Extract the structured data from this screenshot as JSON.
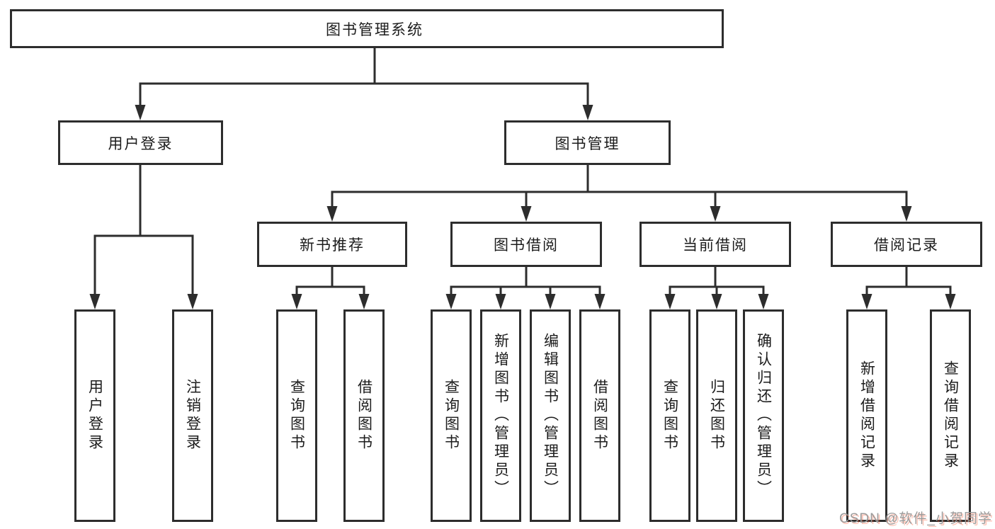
{
  "watermark": "CSDN @软件_小贺同学",
  "colors": {
    "line": "#2d2d2d",
    "box_border": "#2d2d2d",
    "text": "#1c1c1c",
    "background": "#ffffff",
    "watermark_gray": "#9b9b9b",
    "watermark_red": "#fc5531"
  },
  "tree": {
    "label": "图书管理系统",
    "children": [
      {
        "label": "用户登录",
        "children": [
          {
            "label": "用户登录"
          },
          {
            "label": "注销登录"
          }
        ]
      },
      {
        "label": "图书管理",
        "children": [
          {
            "label": "新书推荐",
            "children": [
              {
                "label": "查询图书"
              },
              {
                "label": "借阅图书"
              }
            ]
          },
          {
            "label": "图书借阅",
            "children": [
              {
                "label": "查询图书"
              },
              {
                "label": "新增图书（管理员）"
              },
              {
                "label": "编辑图书（管理员）"
              },
              {
                "label": "借阅图书"
              }
            ]
          },
          {
            "label": "当前借阅",
            "children": [
              {
                "label": "查询图书"
              },
              {
                "label": "归还图书"
              },
              {
                "label": "确认归还（管理员）"
              }
            ]
          },
          {
            "label": "借阅记录",
            "children": [
              {
                "label": "新增借阅记录"
              },
              {
                "label": "查询借阅记录"
              }
            ]
          }
        ]
      }
    ]
  }
}
